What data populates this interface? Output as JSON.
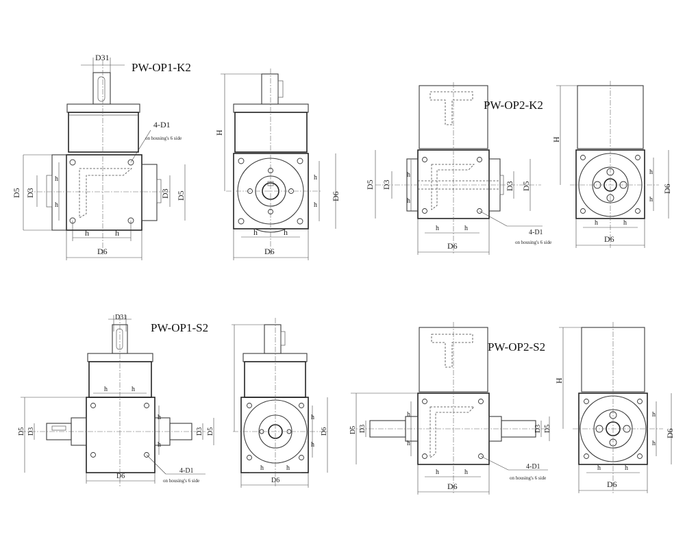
{
  "titles": {
    "op1k2": "PW-OP1-K2",
    "op2k2": "PW-OP2-K2",
    "op1s2": "PW-OP1-S2",
    "op2s2": "PW-OP2-S2"
  },
  "labels": {
    "d31": "D31",
    "d3": "D3",
    "d5": "D5",
    "d6": "D6",
    "h_upper": "H",
    "h_lower": "h",
    "bolt_spec": "4-D1",
    "bolt_note": "on housing's 6 side"
  }
}
